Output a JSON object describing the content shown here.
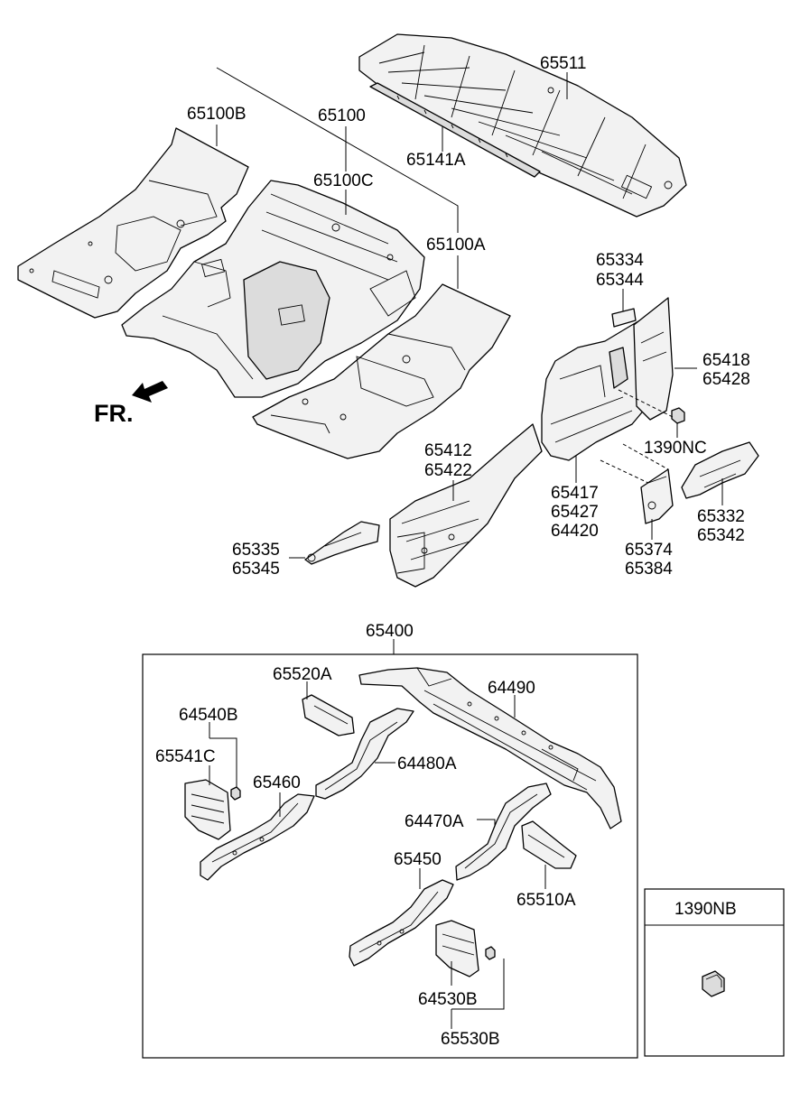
{
  "orientation": {
    "label": "FR."
  },
  "parts": {
    "p65511": "65511",
    "p65141A": "65141A",
    "p65100B": "65100B",
    "p65100": "65100",
    "p65100C": "65100C",
    "p65100A": "65100A",
    "p65334": "65334",
    "p65344": "65344",
    "p65418": "65418",
    "p65428": "65428",
    "p1390NC": "1390NC",
    "p65412": "65412",
    "p65422": "65422",
    "p65417": "65417",
    "p65427": "65427",
    "p64420": "64420",
    "p65332": "65332",
    "p65342": "65342",
    "p65374": "65374",
    "p65384": "65384",
    "p65335": "65335",
    "p65345": "65345",
    "p65400": "65400",
    "p65520A": "65520A",
    "p64490": "64490",
    "p64540B": "64540B",
    "p65541C": "65541C",
    "p64480A": "64480A",
    "p65460": "65460",
    "p64470A": "64470A",
    "p65450": "65450",
    "p65510A": "65510A",
    "p64530B": "64530B",
    "p65530B": "65530B",
    "p1390NB": "1390NB"
  }
}
